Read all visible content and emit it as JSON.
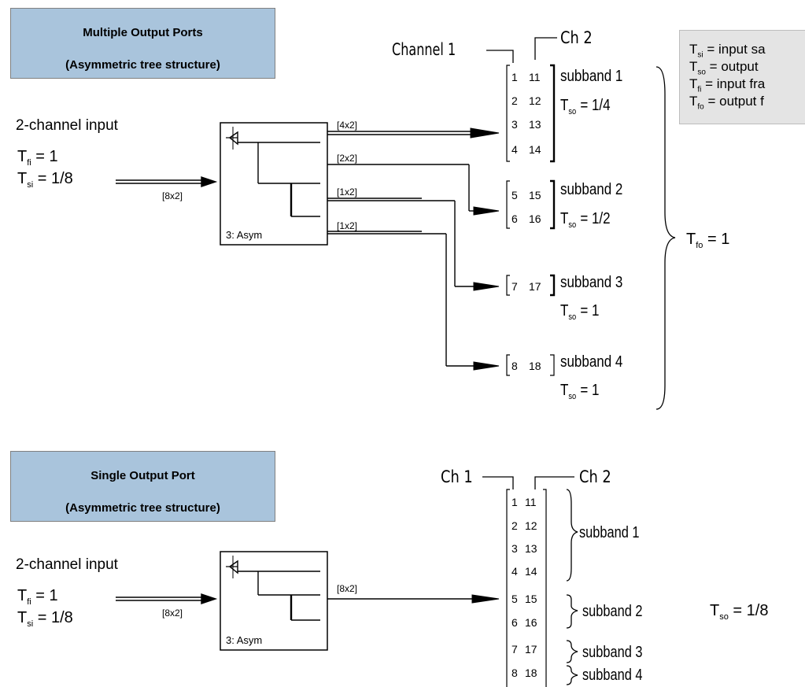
{
  "top": {
    "title_box": {
      "line1": "Multiple Output Ports",
      "line2": "(Asymmetric tree structure)"
    },
    "input_label": "2-channel input",
    "tfi": {
      "sym": "T",
      "sub": "fi",
      "val": " = 1"
    },
    "tsi": {
      "sym": "T",
      "sub": "si",
      "val": " = 1/8"
    },
    "input_size": "[8x2]",
    "block_label": "3: Asym",
    "out_sizes": [
      "[4x2]",
      "[2x2]",
      "[1x2]",
      "[1x2]"
    ],
    "channel1": "Channel 1",
    "ch2": "Ch 2",
    "matrices": [
      {
        "rows": [
          [
            "1",
            "11"
          ],
          [
            "2",
            "12"
          ],
          [
            "3",
            "13"
          ],
          [
            "4",
            "14"
          ]
        ]
      },
      {
        "rows": [
          [
            "5",
            "15"
          ],
          [
            "6",
            "16"
          ]
        ]
      },
      {
        "rows": [
          [
            "7",
            "17"
          ]
        ]
      },
      {
        "rows": [
          [
            "8",
            "18"
          ]
        ]
      }
    ],
    "subbands": [
      {
        "name": "subband 1",
        "tso": "= 1/4"
      },
      {
        "name": "subband 2",
        "tso": "= 1/2"
      },
      {
        "name": "subband 3",
        "tso": "= 1"
      },
      {
        "name": "subband 4",
        "tso": "= 1"
      }
    ],
    "tso_sym": "T",
    "tso_sub": "so",
    "tfo": {
      "sym": "T",
      "sub": "fo",
      "val": " = 1"
    }
  },
  "legend": {
    "lines": [
      {
        "sym": "T",
        "sub": "si",
        "text": " = input sa"
      },
      {
        "sym": "T",
        "sub": "so",
        "text": " = output"
      },
      {
        "sym": "T",
        "sub": "fi",
        "text": " = input fra"
      },
      {
        "sym": "T",
        "sub": "fo",
        "text": " = output f"
      }
    ]
  },
  "bottom": {
    "title_box": {
      "line1": "Single Output Port",
      "line2": "(Asymmetric tree structure)"
    },
    "input_label": "2-channel input",
    "tfi": {
      "sym": "T",
      "sub": "fi",
      "val": " = 1"
    },
    "tsi": {
      "sym": "T",
      "sub": "si",
      "val": " = 1/8"
    },
    "input_size": "[8x2]",
    "block_label": "3: Asym",
    "output_size": "[8x2]",
    "ch1": "Ch 1",
    "ch2": "Ch 2",
    "rows": [
      [
        "1",
        "11"
      ],
      [
        "2",
        "12"
      ],
      [
        "3",
        "13"
      ],
      [
        "4",
        "14"
      ],
      [
        "5",
        "15"
      ],
      [
        "6",
        "16"
      ],
      [
        "7",
        "17"
      ],
      [
        "8",
        "18"
      ]
    ],
    "subbands": [
      "subband 1",
      "subband 2",
      "subband 3",
      "subband 4"
    ],
    "tso": {
      "sym": "T",
      "sub": "so",
      "val": " = 1/8"
    }
  }
}
